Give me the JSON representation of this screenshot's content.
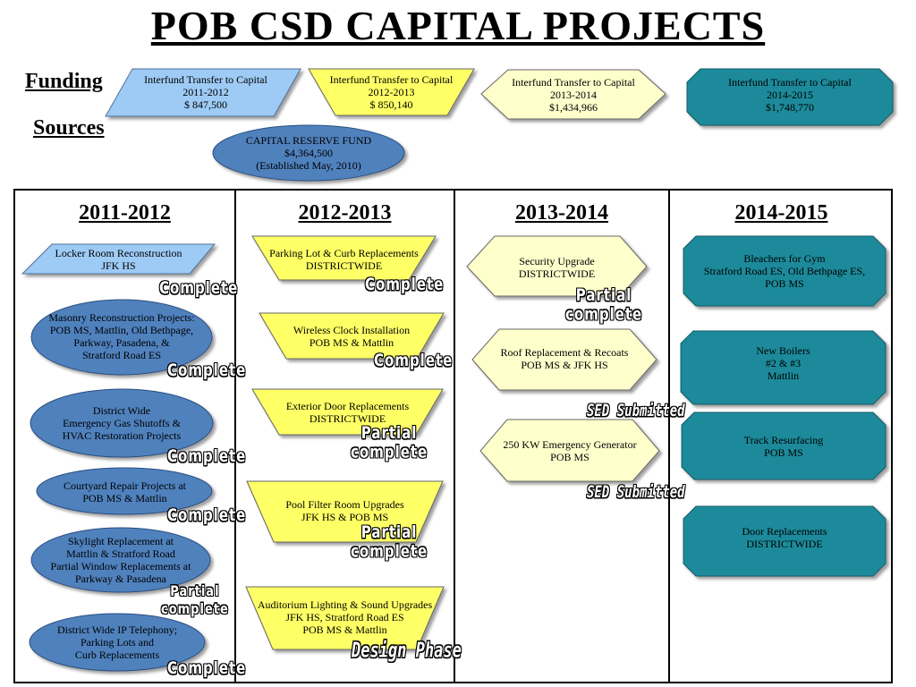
{
  "title": "POB CSD CAPITAL PROJECTS",
  "funding_label": "Funding",
  "sources_label": "Sources",
  "funding": [
    {
      "lines": [
        "Interfund Transfer to Capital",
        "2011-2012",
        "$ 847,500"
      ],
      "color": "#9ecbf5"
    },
    {
      "lines": [
        "Interfund Transfer to Capital",
        "2012-2013",
        "$ 850,140"
      ],
      "color": "#ffff66"
    },
    {
      "lines": [
        "Interfund Transfer to Capital",
        "2013-2014",
        "$1,434,966"
      ],
      "color": "#ffffcc"
    },
    {
      "lines": [
        "Interfund Transfer to Capital",
        "2014-2015",
        "$1,748,770"
      ],
      "color": "#1e8a9a"
    }
  ],
  "reserve": {
    "lines": [
      "CAPITAL RESERVE FUND",
      "$4,364,500",
      "(Established May, 2010)"
    ],
    "color": "#4f81bd"
  },
  "columns": [
    "2011-2012",
    "2012-2013",
    "2013-2014",
    "2014-2015"
  ],
  "col2011": [
    {
      "lines": [
        "Locker Room Reconstruction",
        "JFK HS"
      ]
    },
    {
      "lines": [
        "Masonry Reconstruction Projects:",
        "POB MS,  Mattlin, Old Bethpage,",
        "Parkway,  Pasadena, &",
        "Stratford Road  ES"
      ]
    },
    {
      "lines": [
        "District Wide",
        "Emergency Gas Shutoffs &",
        "HVAC Restoration Projects"
      ]
    },
    {
      "lines": [
        "Courtyard Repair Projects at",
        "POB MS & Mattlin"
      ]
    },
    {
      "lines": [
        "Skylight Replacement at",
        "Mattlin & Stratford Road",
        "Partial Window Replacements at",
        "Parkway & Pasadena"
      ]
    },
    {
      "lines": [
        "District Wide IP Telephony;",
        "Parking Lots and",
        "Curb Replacements"
      ]
    }
  ],
  "col2012": [
    {
      "lines": [
        "Parking Lot & Curb Replacements",
        "DISTRICTWIDE"
      ]
    },
    {
      "lines": [
        "Wireless Clock Installation",
        "POB MS & Mattlin"
      ]
    },
    {
      "lines": [
        "Exterior Door Replacements",
        "DISTRICTWIDE"
      ]
    },
    {
      "lines": [
        "Pool Filter Room Upgrades",
        "JFK HS & POB MS"
      ]
    },
    {
      "lines": [
        "Auditorium Lighting & Sound Upgrades",
        "JFK HS, Stratford Road ES",
        "POB MS  & Mattlin"
      ]
    }
  ],
  "col2013": [
    {
      "lines": [
        "Security Upgrade",
        "DISTRICTWIDE"
      ]
    },
    {
      "lines": [
        "Roof Replacement & Recoats",
        "POB MS & JFK HS"
      ]
    },
    {
      "lines": [
        "250 KW Emergency Generator",
        "POB MS"
      ]
    }
  ],
  "col2014": [
    {
      "lines": [
        "Bleachers for Gym",
        "Stratford Road ES, Old Bethpage ES,",
        "POB MS"
      ]
    },
    {
      "lines": [
        "New Boilers",
        "#2 & #3",
        "Mattlin"
      ]
    },
    {
      "lines": [
        "Track Resurfacing",
        "POB MS"
      ]
    },
    {
      "lines": [
        "Door Replacements",
        "DISTRICTWIDE"
      ]
    }
  ],
  "statuses": {
    "complete": "Complete",
    "partial1": "Partial",
    "partial2": "complete",
    "sed": "SED Submitted",
    "design": "Design Phase"
  },
  "colors": {
    "blue_light": "#9ecbf5",
    "blue_oval": "#4f81bd",
    "yellow": "#ffff66",
    "cream": "#ffffcc",
    "teal": "#1e8a9a"
  }
}
